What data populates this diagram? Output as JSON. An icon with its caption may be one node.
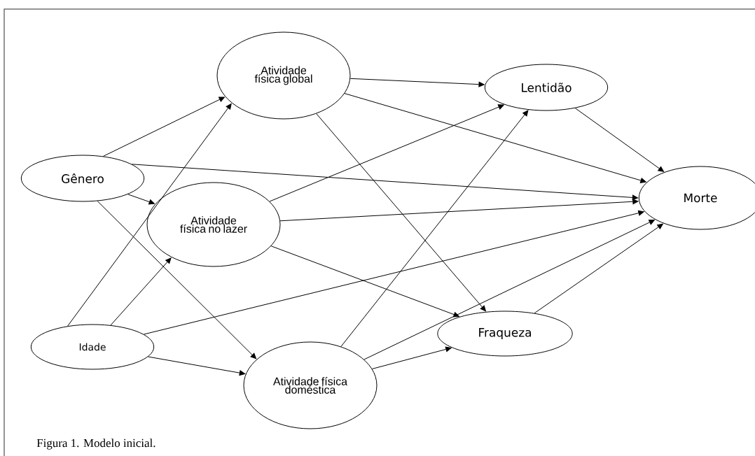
{
  "diagram": {
    "caption": "Figura 1. Modelo inicial.",
    "nodes": [
      {
        "text": [
          "Gênero"
        ]
      },
      {
        "text": [
          "Atividade física global"
        ]
      },
      {
        "text": [
          "Lentidão"
        ]
      },
      {
        "text": [
          "Atividade física no lazer"
        ]
      },
      {
        "text": [
          "Morte"
        ]
      },
      {
        "text": [
          "Idade"
        ]
      },
      {
        "text": [
          "Fraqueza"
        ]
      },
      {
        "text": [
          "Atividade física doméstica"
        ]
      }
    ],
    "edges": [
      {
        "from": 0,
        "to": 1,
        "arrow": "to"
      },
      {
        "from": 0,
        "to": 4,
        "arrow": "to"
      },
      {
        "from": 0,
        "to": 3,
        "arrow": "to"
      },
      {
        "from": 0,
        "to": 7,
        "arrow": "to"
      },
      {
        "from": 5,
        "to": 1,
        "arrow": "to"
      },
      {
        "from": 5,
        "to": 3,
        "arrow": "to"
      },
      {
        "from": 5,
        "to": 4,
        "arrow": "to"
      },
      {
        "from": 5,
        "to": 7,
        "arrow": "to"
      },
      {
        "from": 1,
        "to": 2,
        "arrow": "to"
      },
      {
        "from": 1,
        "to": 4,
        "arrow": "to"
      },
      {
        "from": 1,
        "to": 6,
        "arrow": "to"
      },
      {
        "from": 3,
        "to": 2,
        "arrow": "to"
      },
      {
        "from": 3,
        "to": 4,
        "arrow": "to"
      },
      {
        "from": 3,
        "to": 6,
        "arrow": "to"
      },
      {
        "from": 7,
        "to": 2,
        "arrow": "to"
      },
      {
        "from": 7,
        "to": 4,
        "arrow": "to"
      },
      {
        "from": 7,
        "to": 6,
        "arrow": "to"
      },
      {
        "from": 2,
        "to": 4,
        "arrow": "to"
      },
      {
        "from": 6,
        "to": 4,
        "arrow": "to"
      }
    ]
  }
}
